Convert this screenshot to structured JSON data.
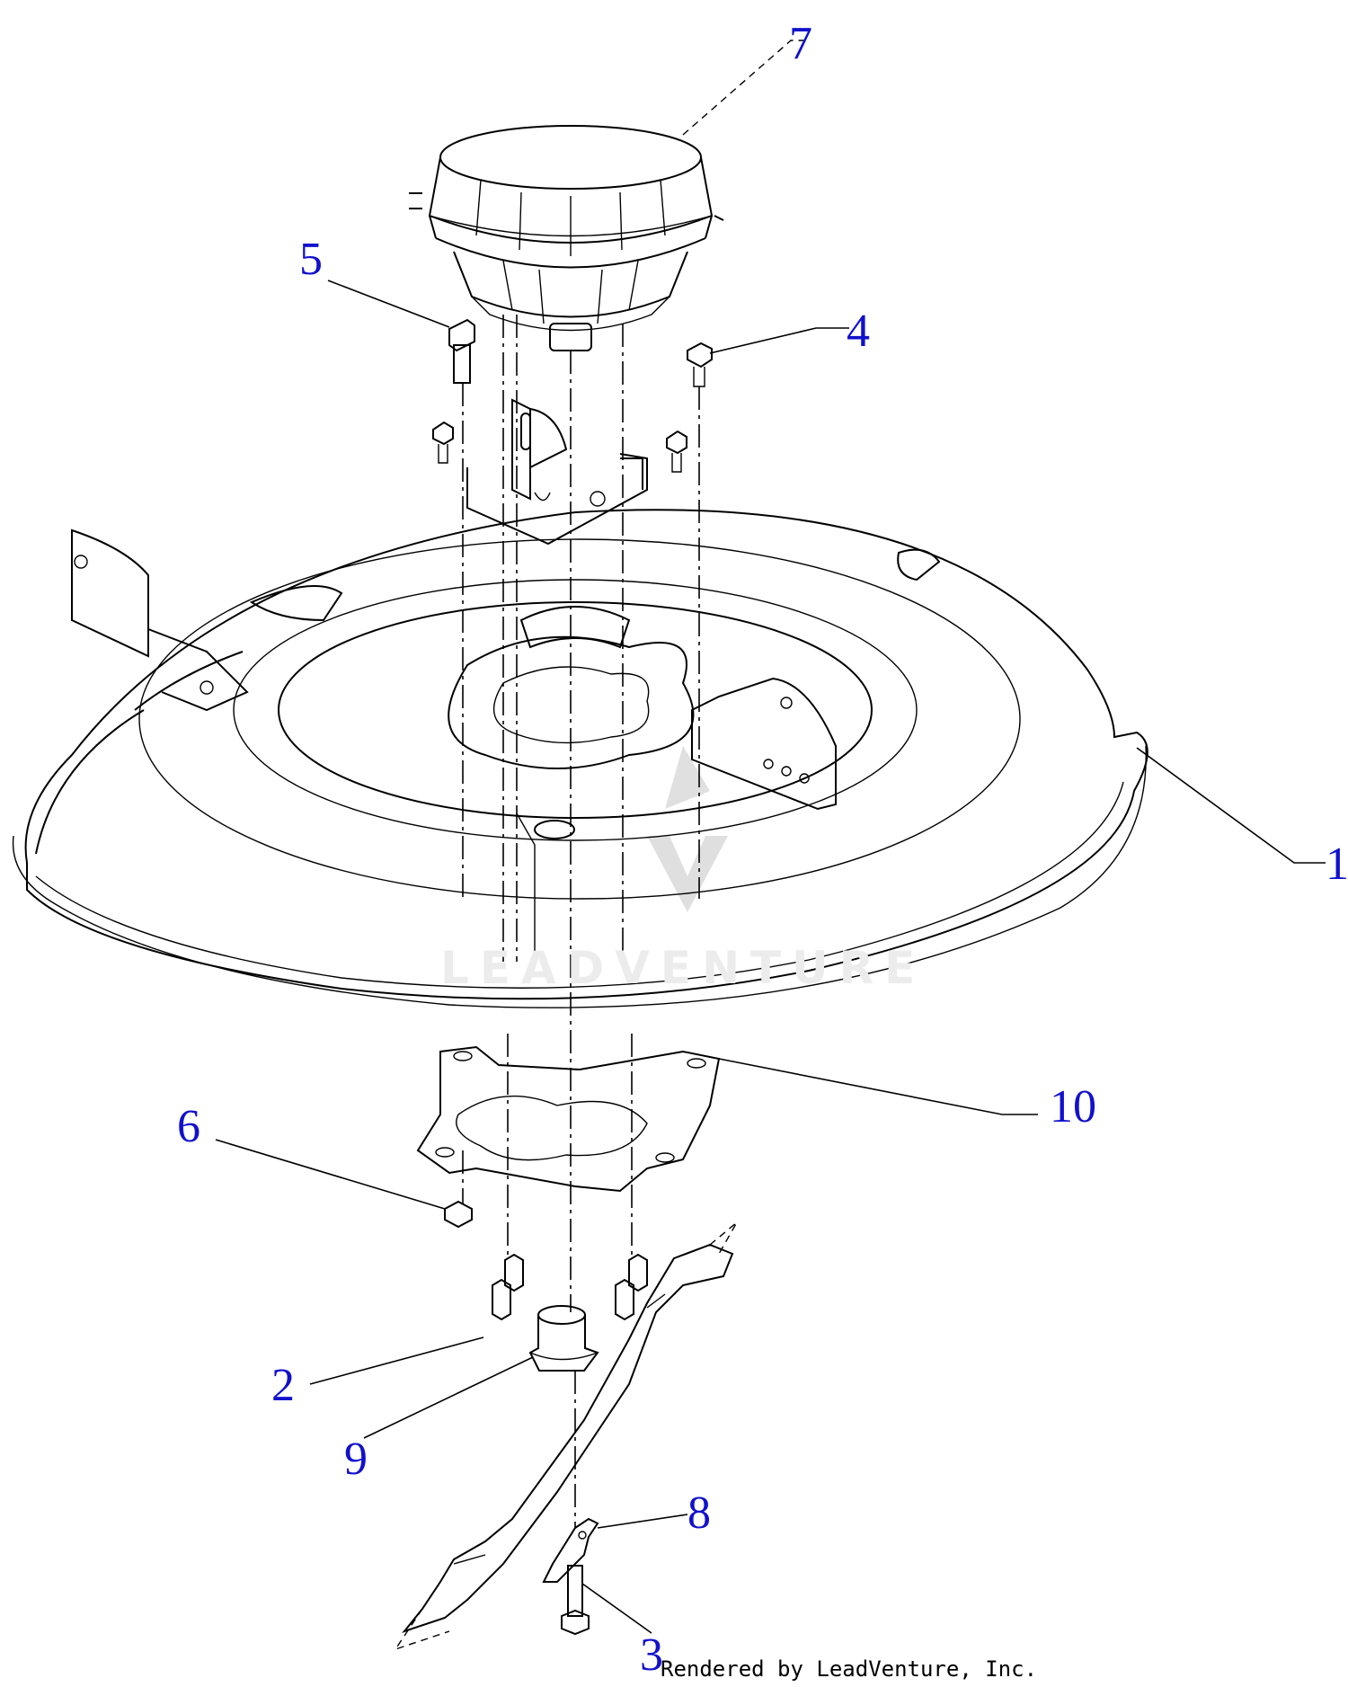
{
  "callouts": [
    {
      "id": "1",
      "label": "1",
      "part": "mower-deck"
    },
    {
      "id": "2",
      "label": "2",
      "part": "hex-bolt"
    },
    {
      "id": "3",
      "label": "3",
      "part": "blade-bolt"
    },
    {
      "id": "4",
      "label": "4",
      "part": "flange-screw"
    },
    {
      "id": "5",
      "label": "5",
      "part": "bolt"
    },
    {
      "id": "6",
      "label": "6",
      "part": "flange-nut"
    },
    {
      "id": "7",
      "label": "7",
      "part": "motor-assembly"
    },
    {
      "id": "8",
      "label": "8",
      "part": "blade-clip"
    },
    {
      "id": "9",
      "label": "9",
      "part": "blade-adapter"
    },
    {
      "id": "10",
      "label": "10",
      "part": "mounting-plate"
    }
  ],
  "colors": {
    "callout": "#1111cc",
    "line": "#000000",
    "watermark": "#ececec"
  },
  "watermark_text": "LEADVENTURE",
  "footer_text": "Rendered by LeadVenture, Inc."
}
